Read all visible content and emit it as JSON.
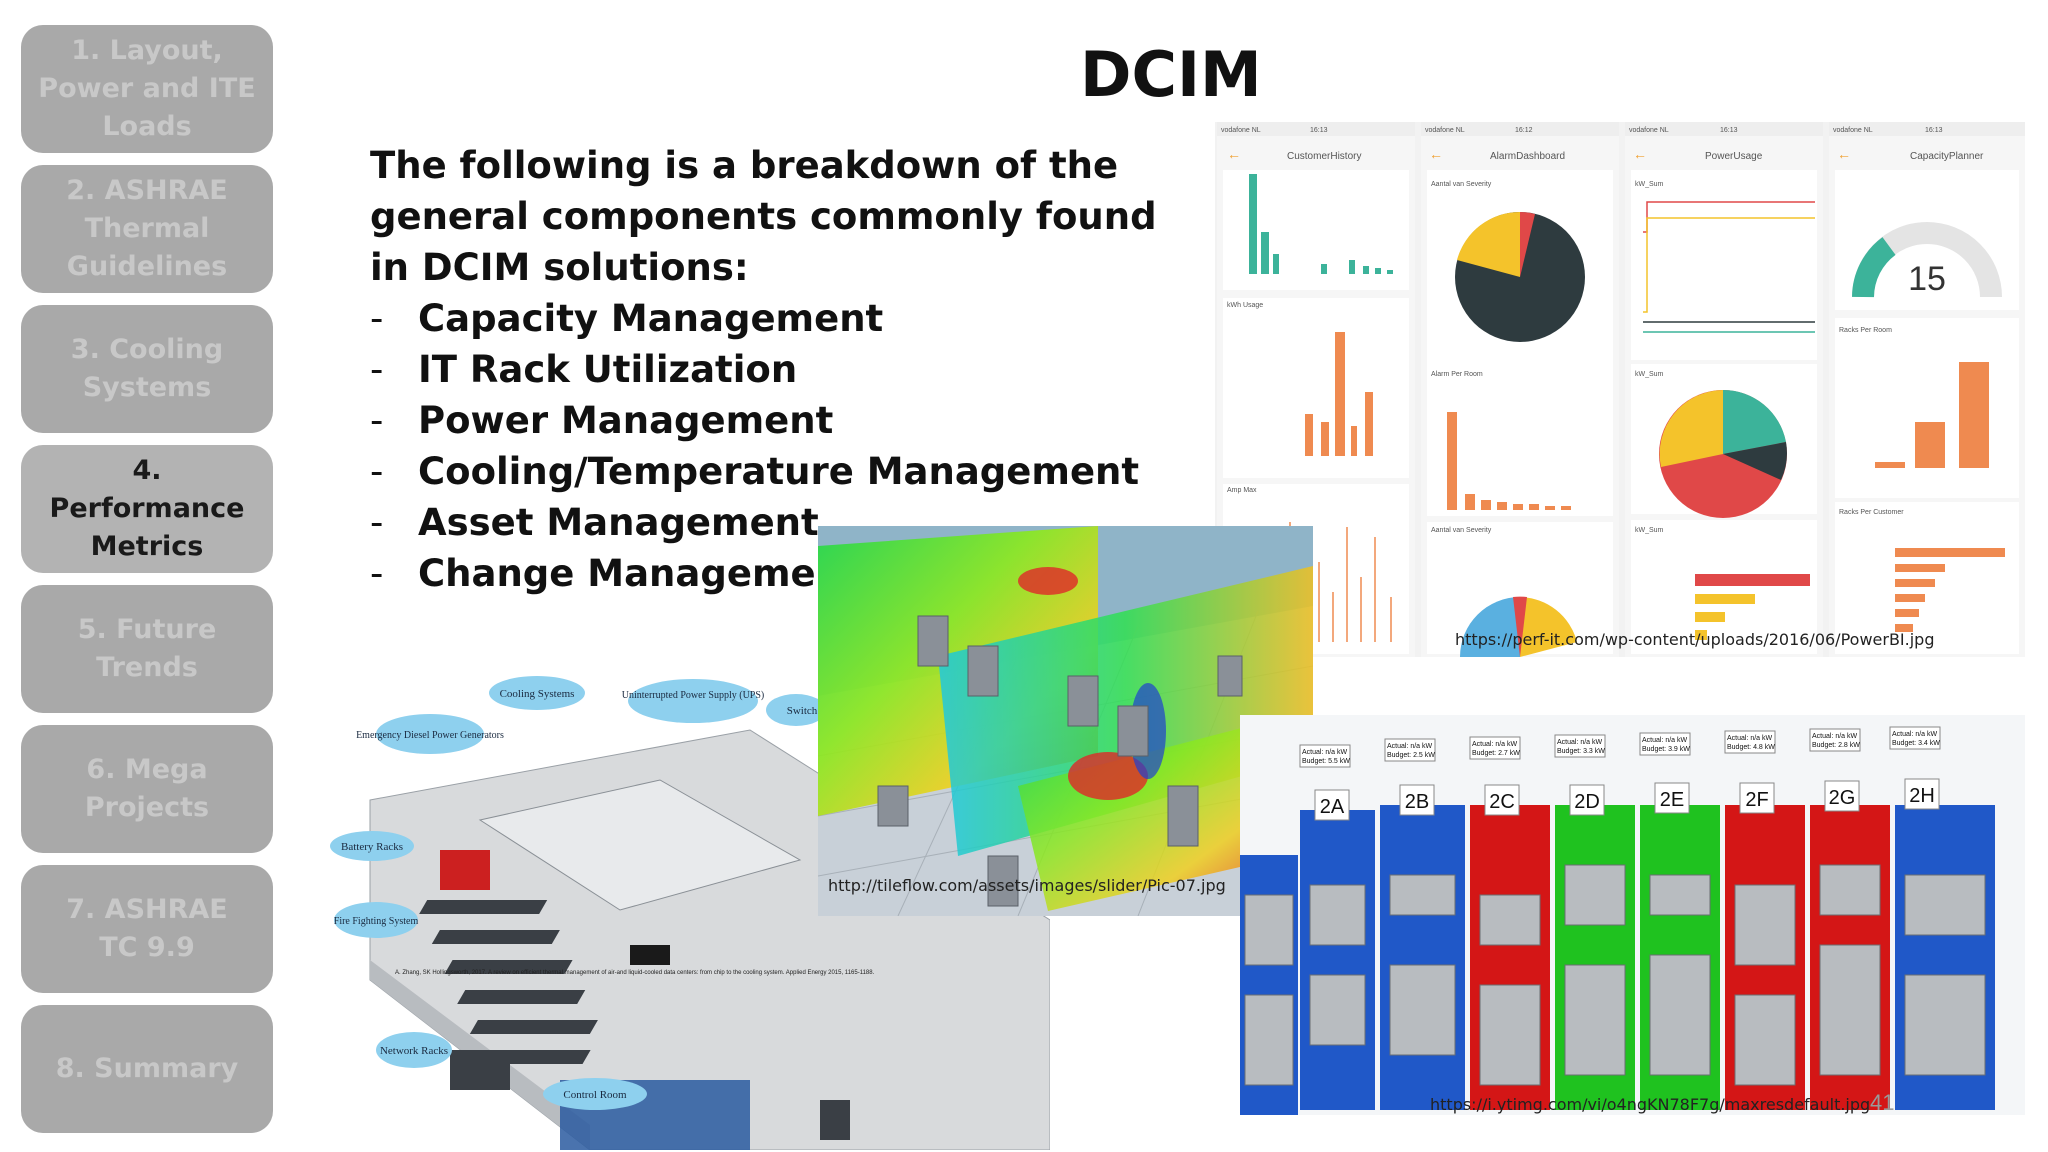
{
  "sidebar": {
    "items": [
      {
        "label": "1. Layout, Power and ITE Loads",
        "lines": [
          "1. Layout,",
          "Power and ITE",
          "Loads"
        ],
        "active": false
      },
      {
        "label": "2. ASHRAE Thermal Guidelines",
        "lines": [
          "2. ASHRAE",
          "Thermal",
          "Guidelines"
        ],
        "active": false
      },
      {
        "label": "3. Cooling Systems",
        "lines": [
          "3. Cooling",
          "Systems"
        ],
        "active": false
      },
      {
        "label": "4. Performance Metrics",
        "lines": [
          "4. Performance",
          "Metrics"
        ],
        "active": true
      },
      {
        "label": "5. Future Trends",
        "lines": [
          "5. Future",
          "Trends"
        ],
        "active": false
      },
      {
        "label": "6. Mega Projects",
        "lines": [
          "6. Mega",
          "Projects"
        ],
        "active": false
      },
      {
        "label": "7. ASHRAE TC 9.9",
        "lines": [
          "7. ASHRAE TC",
          "9.9"
        ],
        "active": false
      },
      {
        "label": "8. Summary",
        "lines": [
          "8. Summary"
        ],
        "active": false
      }
    ]
  },
  "slide": {
    "title": "DCIM",
    "intro": "The following is a breakdown of the general components commonly found in DCIM solutions:",
    "bullet_marker": "-",
    "bullets": [
      "Capacity Management",
      "IT Rack Utilization",
      "Power Management",
      "Cooling/Temperature Management",
      "Asset Management",
      "Change Management"
    ],
    "slide_number": "41"
  },
  "images": {
    "dashboards": {
      "credit": "https://perf-it.com/wp-content/uploads/2016/06/PowerBI.jpg",
      "screens": [
        {
          "status": "vodafone NL",
          "time": "16:13",
          "title": "CustomerHistory"
        },
        {
          "status": "vodafone NL",
          "time": "16:12",
          "title": "AlarmDashboard"
        },
        {
          "status": "vodafone NL",
          "time": "16:13",
          "title": "PowerUsage"
        },
        {
          "status": "vodafone NL",
          "time": "16:13",
          "title": "CapacityPlanner"
        }
      ],
      "panel_labels": {
        "kwh_usage": "kWh Usage",
        "amp_max": "Amp Max",
        "alarm_severity": "Aantal van Severity",
        "alarms_per_room": "Alarm Per Room",
        "kw_sum": "kW_Sum",
        "racks_per_room": "Racks Per Room",
        "racks_per_customer": "Racks Per Customer"
      },
      "gauge_value": "15"
    },
    "facility": {
      "labels": {
        "cooling": "Cooling Systems",
        "ups": "Uninterrupted Power Supply (UPS)",
        "switch": "Switch",
        "diesel": "Emergency Diesel Power Generators",
        "battery": "Battery Racks",
        "fire": "Fire Fighting System",
        "network": "Network Racks",
        "control": "Control Room"
      },
      "citation": "A. Zhang, SK Hollingsworth, 2017. A review on efficient thermal management of air-and liquid-cooled data centers: from chip to the cooling system. Applied Energy 2015, 1165-1188."
    },
    "cfd": {
      "credit": "http://tileflow.com/assets/images/slider/Pic-07.jpg"
    },
    "racks": {
      "credit": "https://i.ytimg.com/vi/o4ngKN78F7g/maxresdefault.jpg",
      "racks": [
        {
          "id": "2A",
          "actual": "Actual: n/a kW",
          "budget": "Budget: 5.5 kW"
        },
        {
          "id": "2B",
          "actual": "Actual: n/a kW",
          "budget": "Budget: 2.5 kW"
        },
        {
          "id": "2C",
          "actual": "Actual: n/a kW",
          "budget": "Budget: 2.7 kW"
        },
        {
          "id": "2D",
          "actual": "Actual: n/a kW",
          "budget": "Budget: 3.3 kW"
        },
        {
          "id": "2E",
          "actual": "Actual: n/a kW",
          "budget": "Budget: 3.9 kW"
        },
        {
          "id": "2F",
          "actual": "Actual: n/a kW",
          "budget": "Budget: 4.8 kW"
        },
        {
          "id": "2G",
          "actual": "Actual: n/a kW",
          "budget": "Budget: 2.8 kW"
        },
        {
          "id": "2H",
          "actual": "Actual: n/a kW",
          "budget": "Budget: 3.4 kW"
        }
      ]
    }
  },
  "colors": {
    "nav_inactive_bg": "#a9a9a9",
    "nav_active_bg": "#b3b3b3",
    "teal": "#3cb39a",
    "orange": "#ef8a50",
    "rack_red": "#d41616",
    "rack_green": "#1fc21f",
    "rack_blue": "#2058c8"
  }
}
